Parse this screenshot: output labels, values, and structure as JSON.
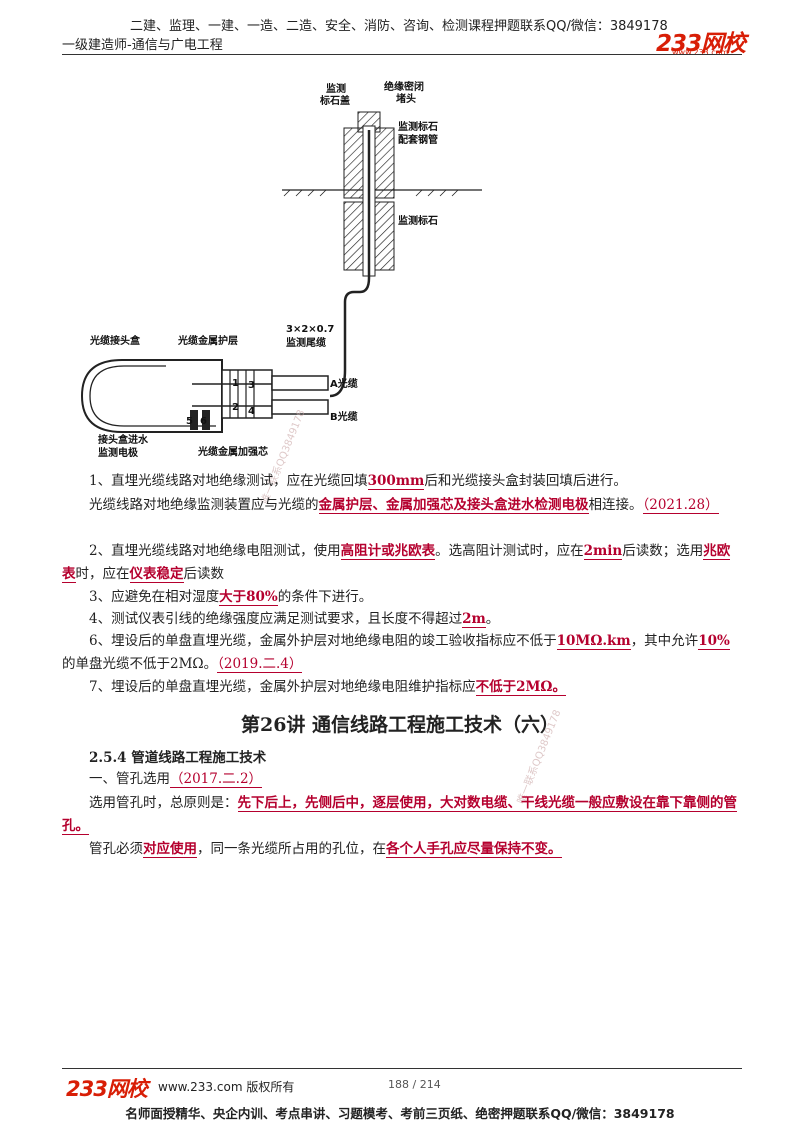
{
  "header": {
    "courses_line": "二建、监理、一建、一造、二造、安全、消防、咨询、检测课程押题联系QQ/微信：3849178",
    "subject": "一级建造师-通信与广电工程",
    "logo": "233网校",
    "logo_sub": "www.233.com"
  },
  "diagram": {
    "labels": {
      "cap": [
        "监测",
        "标石盖"
      ],
      "seal": [
        "绝缘密闭",
        "堵头"
      ],
      "pipe": [
        "监测标石",
        "配套钢管"
      ],
      "stone": "监测标石",
      "tail_spec": "3×2×0.7",
      "tail": "监测尾缆",
      "box": "光缆接头盒",
      "sheath": "光缆金属护层",
      "cable_a": "A光缆",
      "cable_b": "B光缆",
      "electrode": [
        "接头盒进水",
        "监测电极"
      ],
      "strength": "光缆金属加强芯",
      "num5": "5",
      "num6": "6",
      "num1": "1",
      "num2": "2",
      "num3": "3",
      "num4": "4"
    }
  },
  "p1": {
    "a": "1、直埋光缆线路对地绝缘测试，应在光缆回填",
    "b": "300mm",
    "c": "后和光缆接头盒封装回填后进行。"
  },
  "p2": {
    "a": "光缆线路对地绝缘监测装置应与光缆的",
    "b": "金属护层、金属加强芯及接头盒进水检测电极",
    "c": "相连接。",
    "ref": "（2021.28）"
  },
  "p3": {
    "a": "2、直埋光缆线路对地绝缘电阻测试，使用",
    "b": "高阻计或兆欧表",
    "c": "。选高阻计测试时，应在",
    "d": "2min",
    "e": "后读数；选用",
    "f": "兆欧表",
    "g": "时，应在",
    "h": "仪表稳定",
    "i": "后读数"
  },
  "p4": {
    "a": "3、应避免在相对湿度",
    "b": "大于80%",
    "c": "的条件下进行。"
  },
  "p5": {
    "a": "4、测试仪表引线的绝缘强度应满足测试要求，且长度不得超过",
    "b": "2m",
    "c": "。"
  },
  "p6": {
    "a": "6、埋设后的单盘直埋光缆，金属外护层对地绝缘电阻的竣工验收指标应不低于",
    "b": "10MΩ.km",
    "c": "，其中允许",
    "d": "10%",
    "e": "的单盘光缆不低于2MΩ。",
    "ref": "（2019.二.4）"
  },
  "p7": {
    "a": "7、埋设后的单盘直埋光缆，金属外护层对地绝缘电阻维护指标应",
    "b": "不低于2MΩ。"
  },
  "section_title": "第26讲 通信线路工程施工技术（六）",
  "subsection": "2.5.4 管道线路工程施工技术",
  "p8": {
    "a": "一、管孔选用",
    "ref": "（2017.二.2）"
  },
  "p9": {
    "a": "选用管孔时，总原则是：",
    "b": "先下后上，先侧后中，逐层使用，大对数电缆、干线光缆一般应敷设在靠下靠侧的管孔。"
  },
  "p10": {
    "a": "管孔必须",
    "b": "对应使用",
    "c": "，同一条光缆所占用的孔位，在",
    "d": "各个人手孔应尽量保持不变。"
  },
  "watermark": "唯一联系QQ3849178",
  "footer": {
    "logo": "233网校",
    "copyright": "www.233.com 版权所有",
    "page": "188 / 214",
    "bottom": "名师面授精华、央企内训、考点串讲、习题模考、考前三页纸、绝密押题联系QQ/微信：3849178"
  }
}
